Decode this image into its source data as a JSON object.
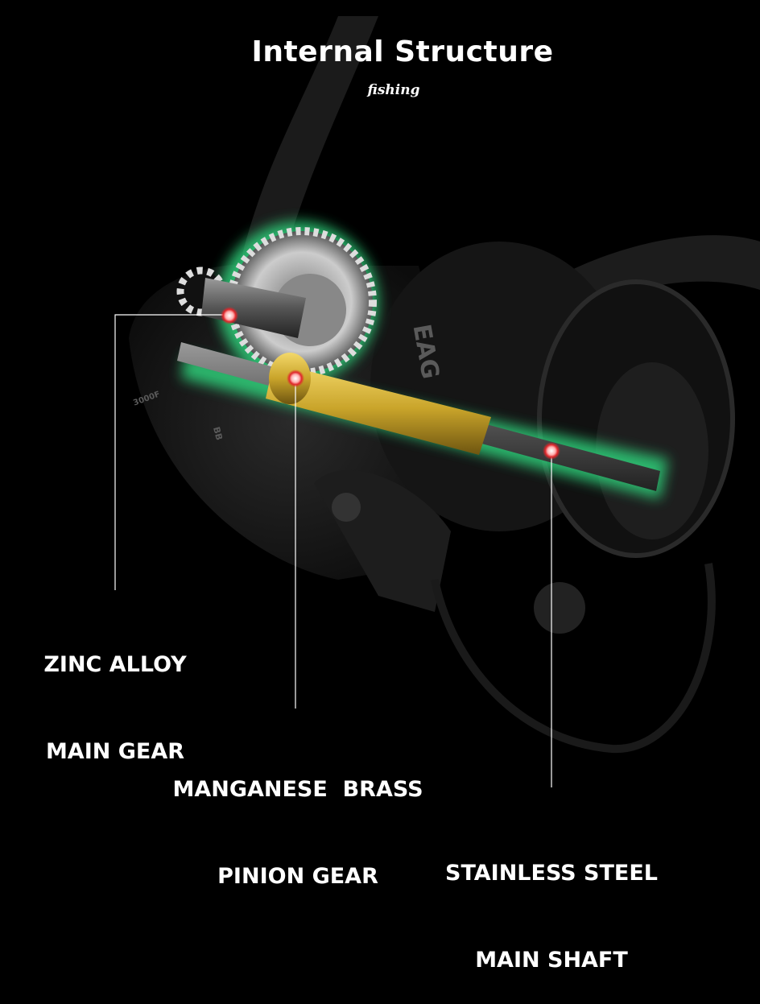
{
  "header": {
    "title": "Internal Structure",
    "subtitle": "fishing"
  },
  "reel_markings": {
    "brand": "EAG",
    "model": "3000F",
    "bearings": "BB"
  },
  "callouts": [
    {
      "line1": "ZINC ALLOY",
      "line2": "MAIN GEAR"
    },
    {
      "line1": "MANGANESE  BRASS",
      "line2": "PINION GEAR"
    },
    {
      "line1": "STAINLESS STEEL",
      "line2": "MAIN SHAFT"
    }
  ],
  "colors": {
    "background": "#000000",
    "glow": "#2fd07a",
    "marker": "#e0262a",
    "brass": "#c9a42a"
  }
}
